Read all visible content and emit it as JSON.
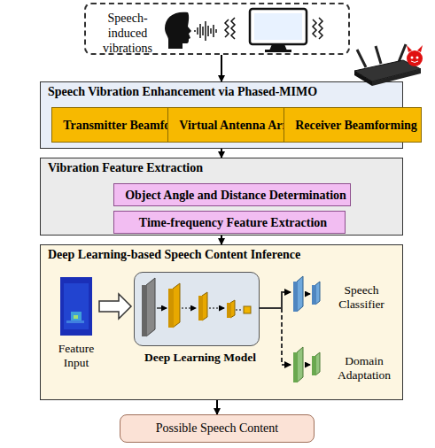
{
  "diagram": {
    "nodes": [
      {
        "text": [
          "Speech-induced vibrations"
        ]
      },
      {
        "text": [
          "Speech Vibration Enhancement via Phased-MIMO"
        ]
      },
      {
        "text": [
          "Transmitter Beamforming"
        ],
        "in": 1
      },
      {
        "text": [
          "Virtual Antenna Array"
        ],
        "in": 1
      },
      {
        "text": [
          "Receiver Beamforming"
        ],
        "in": 1
      },
      {
        "text": [
          "Vibration Feature Extraction"
        ]
      },
      {
        "text": [
          "Object Angle and Distance Determination"
        ],
        "in": 5
      },
      {
        "text": [
          "Time-frequency Feature Extraction"
        ],
        "in": 5
      },
      {
        "text": [
          "Deep Learning-based Speech Content Inference"
        ]
      },
      {
        "text": [
          "Deep Learning Model"
        ],
        "in": 8
      },
      {
        "text": [
          "Possible Speech Content"
        ]
      }
    ],
    "edges": [
      {
        "from": 0,
        "to": 1,
        "arrow": "to"
      },
      {
        "from": 1,
        "to": 5,
        "arrow": "to"
      },
      {
        "from": 5,
        "to": 8,
        "arrow": "to"
      },
      {
        "from": 8,
        "to": 10,
        "arrow": "to"
      }
    ],
    "labels": [
      "Feature Input",
      "Speech Classifier",
      "Domain Adaptation"
    ]
  }
}
